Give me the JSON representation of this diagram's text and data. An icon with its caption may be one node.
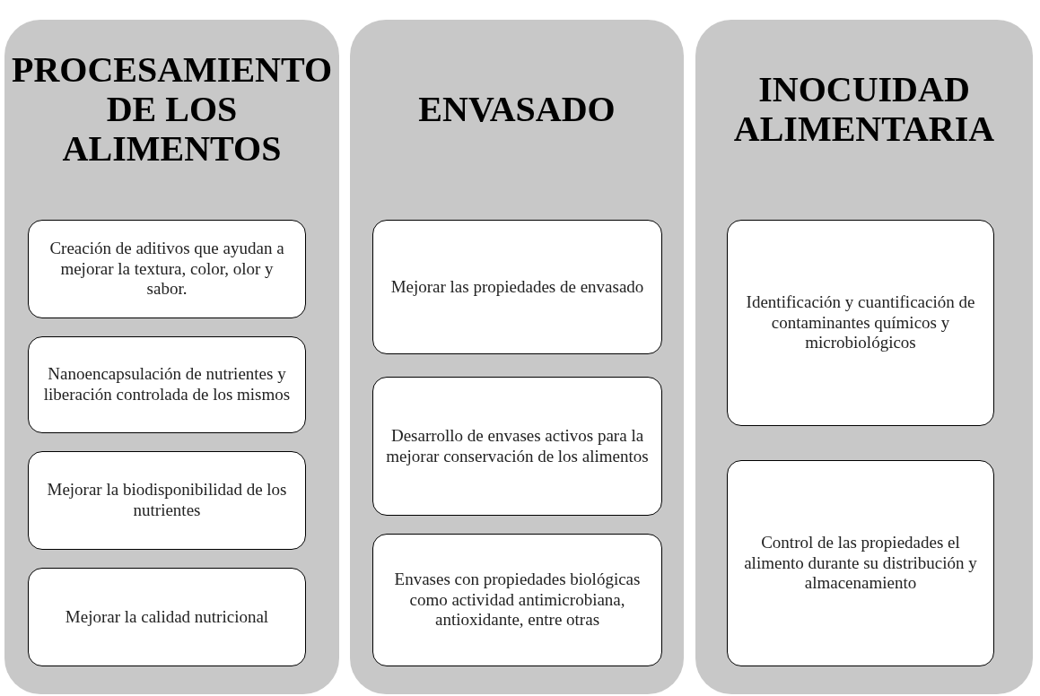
{
  "diagram": {
    "nodes": [
      {
        "text": [
          "PROCESAMIENTO DE LOS ALIMENTOS"
        ]
      },
      {
        "text": [
          "Creación de aditivos que ayudan a mejorar la textura, color, olor y sabor."
        ],
        "in": 0
      },
      {
        "text": [
          "Nanoencapsulación de nutrientes y liberación controlada de los mismos"
        ],
        "in": 0
      },
      {
        "text": [
          "Mejorar la biodisponibilidad de los nutrientes"
        ],
        "in": 0
      },
      {
        "text": [
          "Mejorar la calidad nutricional"
        ],
        "in": 0
      },
      {
        "text": [
          "ENVASADO"
        ]
      },
      {
        "text": [
          "Mejorar las propiedades de envasado"
        ],
        "in": 5
      },
      {
        "text": [
          "Desarrollo de envases activos para la mejorar conservación de los alimentos"
        ],
        "in": 5
      },
      {
        "text": [
          "Envases con propiedades biológicas como actividad antimicrobiana, antioxidante, entre otras"
        ],
        "in": 5
      },
      {
        "text": [
          "INOCUIDAD ALIMENTARIA"
        ]
      },
      {
        "text": [
          "Identificación y cuantificación de contaminantes químicos y microbiológicos"
        ],
        "in": 9
      },
      {
        "text": [
          "Control de las propiedades el alimento durante su distribución y almacenamiento"
        ],
        "in": 9
      }
    ]
  }
}
